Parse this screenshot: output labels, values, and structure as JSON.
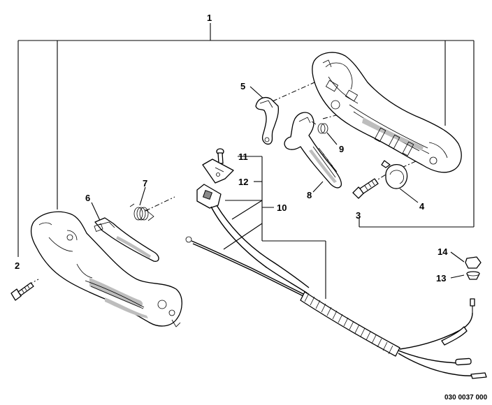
{
  "diagram": {
    "callouts": {
      "c1": "1",
      "c2": "2",
      "c3": "3",
      "c4": "4",
      "c5": "5",
      "c6": "6",
      "c7": "7",
      "c8": "8",
      "c9": "9",
      "c10": "10",
      "c11": "11",
      "c12": "12",
      "c13": "13",
      "c14": "14"
    },
    "figure_code": "030 0037 000"
  }
}
